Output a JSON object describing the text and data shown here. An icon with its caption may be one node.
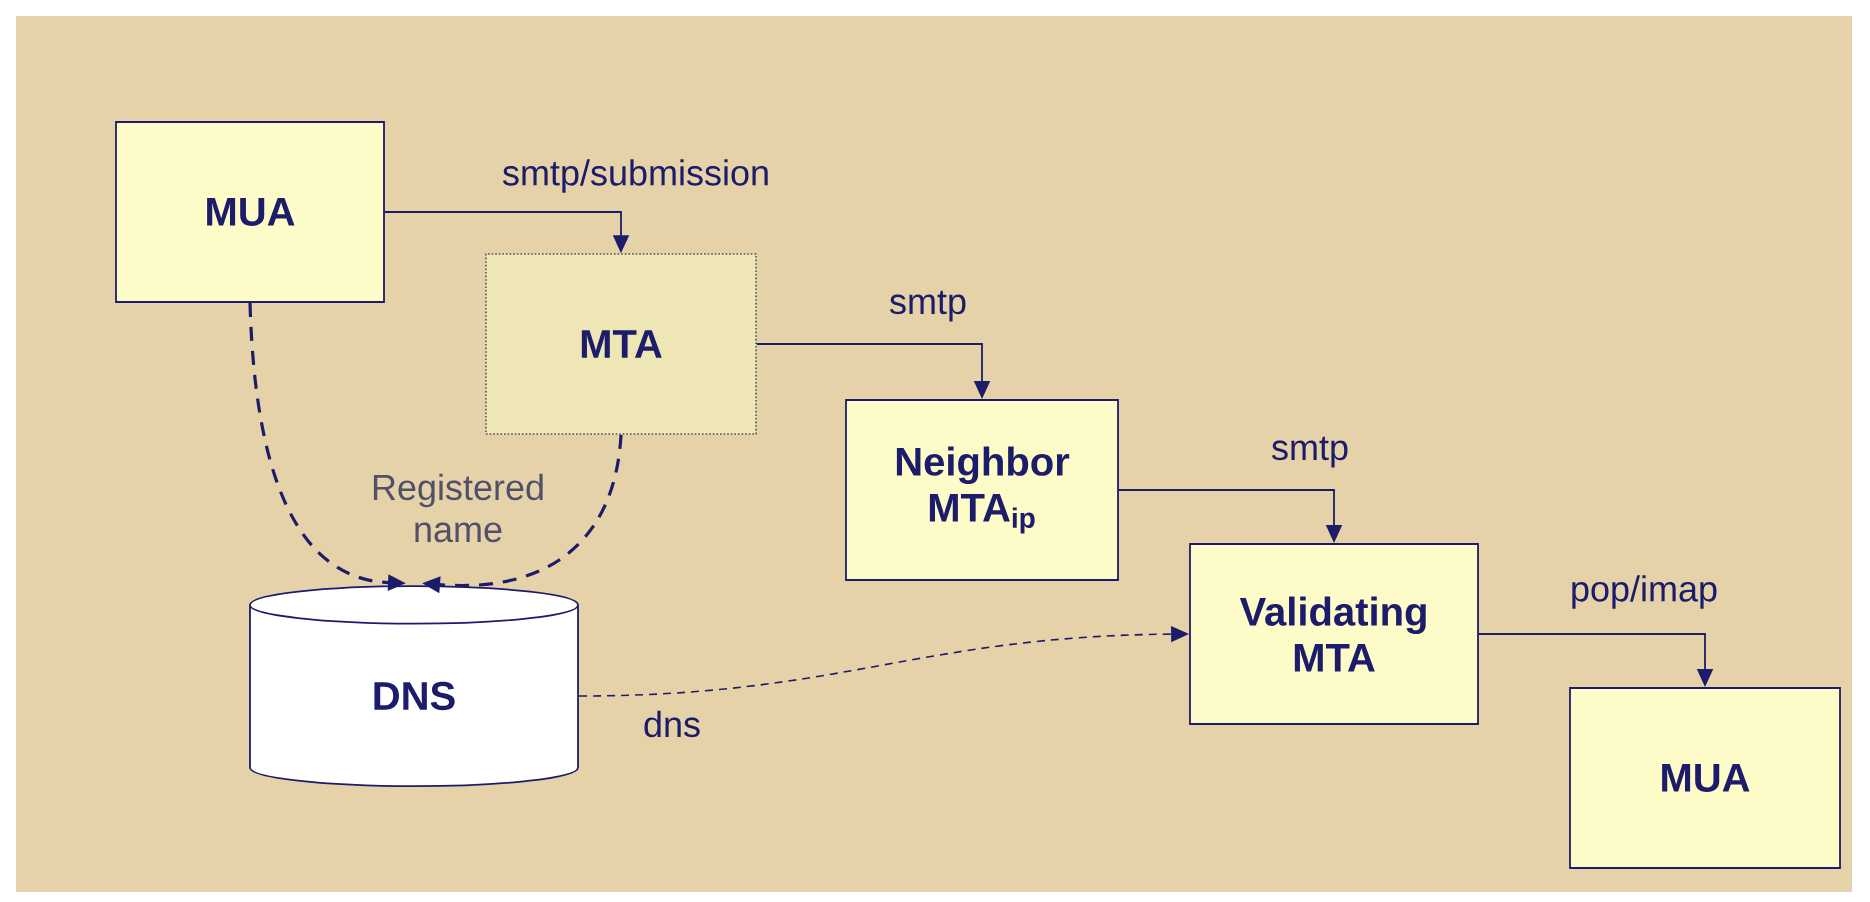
{
  "diagram": {
    "nodes": [
      {
        "text": [
          "MUA"
        ]
      },
      {
        "text": [
          "MTA"
        ]
      },
      {
        "text": [
          "Neighbor MTA$_{ip}$"
        ]
      },
      {
        "text": [
          "Validating MTA"
        ]
      },
      {
        "text": [
          "MUA"
        ]
      },
      {
        "text": [
          "DNS"
        ]
      }
    ],
    "edges": [
      {
        "from": 0,
        "to": 1,
        "arrow": "to",
        "label": "smtp/submission"
      },
      {
        "from": 1,
        "to": 2,
        "arrow": "to",
        "label": "smtp"
      },
      {
        "from": 2,
        "to": 3,
        "arrow": "to",
        "label": "smtp"
      },
      {
        "from": 3,
        "to": 4,
        "arrow": "to",
        "label": "pop/imap"
      },
      {
        "from": 0,
        "to": 5,
        "arrow": "to",
        "style": "dashed"
      },
      {
        "from": 1,
        "to": 5,
        "arrow": "to",
        "style": "dashed"
      },
      {
        "from": 5,
        "to": 3,
        "arrow": "to",
        "style": "dashed",
        "label": "dns"
      }
    ],
    "labels": [
      "Registered name"
    ]
  }
}
